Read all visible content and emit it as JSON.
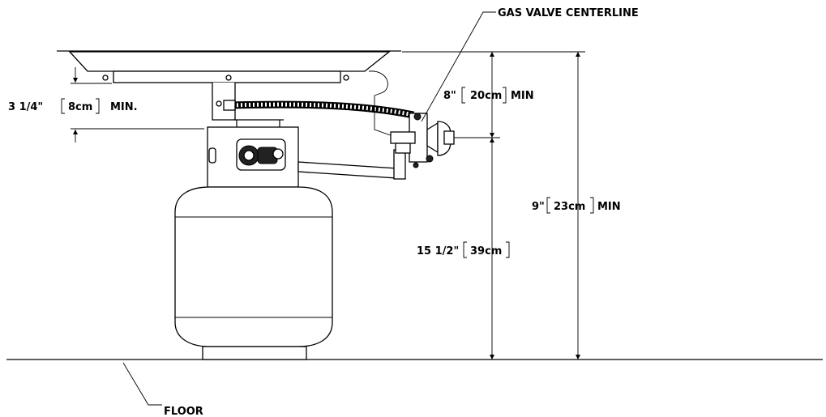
{
  "labels": {
    "gas_valve": "GAS VALVE CENTERLINE",
    "dim_top_a": "8\"",
    "dim_top_b": "20cm",
    "dim_top_c": "MIN",
    "dim_pan_a": "3 1/4\"",
    "dim_pan_b": "8cm",
    "dim_pan_c": "MIN.",
    "dim_total_a": "9\"",
    "dim_total_b": "23cm",
    "dim_total_c": "MIN",
    "dim_valve_a": "15 1/2\"",
    "dim_valve_b": "39cm",
    "floor": "FLOOR"
  }
}
